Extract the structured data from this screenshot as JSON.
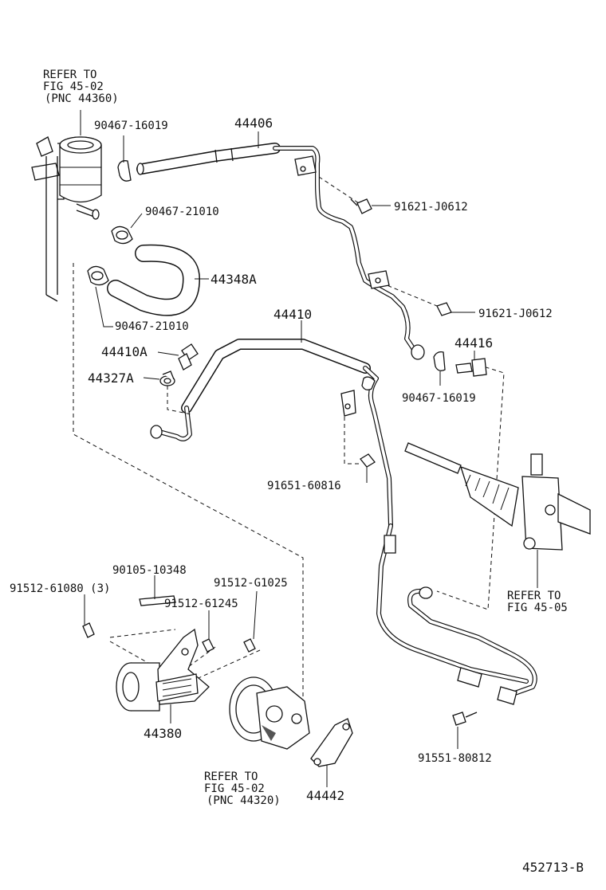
{
  "refs": {
    "reservoir": [
      "REFER TO",
      "FIG 45-02",
      "(PNC 44360)"
    ],
    "gear": [
      "REFER TO",
      "FIG 45-05"
    ],
    "pump": [
      "REFER TO",
      "FIG 45-02",
      "(PNC 44320)"
    ]
  },
  "labels": {
    "hose_44406": "44406",
    "clamp_top_left": "90467-16019",
    "clamp_upper": "90467-21010",
    "bolt_upper": "91621-J0612",
    "hose_44348A": "44348A",
    "bolt_mid": "91621-J0612",
    "clamp_lower": "90467-21010",
    "hose_44410": "44410",
    "union_44416": "44416",
    "union_44410A": "44410A",
    "gasket_44327A": "44327A",
    "clamp_right": "90467-16019",
    "bolt_clamp": "91651-60816",
    "bolt_90105": "90105-10348",
    "bolt_91512_a": "91512-61080 (3)",
    "bolt_91512_b": "91512-61245",
    "bolt_91512_c": "91512-G1025",
    "bracket_44380": "44380",
    "bracket_44442": "44442",
    "bolt_91551": "91551-80812",
    "figure_id": "452713-B"
  }
}
